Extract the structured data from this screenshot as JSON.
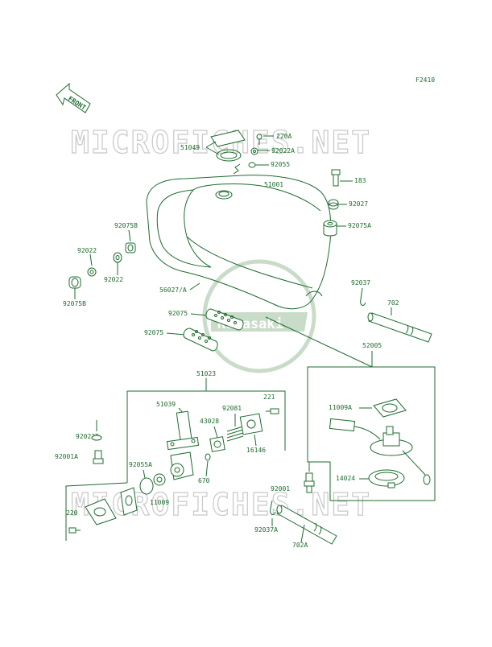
{
  "figure_code": "F2410",
  "front_label": "FRONT",
  "watermark": "MICROFICHES.NET",
  "logo_text": "Kawasaki",
  "parts": {
    "p51049": "51049",
    "p220A": "220A",
    "p92022A": "92022A",
    "p92055": "92055",
    "p183": "183",
    "p51001": "51001",
    "p92027": "92027",
    "p92075A": "92075A",
    "p92075B_a": "92075B",
    "p92022_a": "92022",
    "p92022_b": "92022",
    "p92075B_b": "92075B",
    "p56027A": "56027/A",
    "p92037": "92037",
    "p702": "702",
    "p92075_a": "92075",
    "p92075_b": "92075",
    "p52005": "52005",
    "p51023": "51023",
    "p11009A": "11009A",
    "p51039": "51039",
    "p92081": "92081",
    "p221": "221",
    "p43028": "43028",
    "p16146": "16146",
    "p92022B": "92022B",
    "p92001A": "92001A",
    "p92055A": "92055A",
    "p670": "670",
    "p11009": "11009",
    "p14024": "14024",
    "p92001": "92001",
    "p220": "220",
    "p92037A": "92037A",
    "p702A": "702A"
  }
}
